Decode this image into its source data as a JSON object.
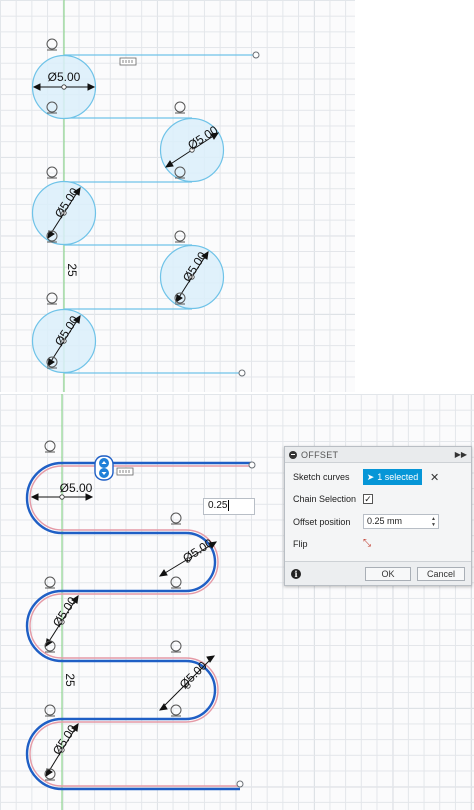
{
  "top_view": {
    "dimensions": {
      "d1": "Ø5.00",
      "d2": "Ø5.00",
      "d3": "Ø5.00",
      "d4": "Ø5.00",
      "d5": "Ø5.00",
      "spacing": "25"
    }
  },
  "bottom_view": {
    "dimensions": {
      "d1": "Ø5.00",
      "d2": "Ø5.00",
      "d3": "Ø5.00",
      "d4": "Ø5.00",
      "d5": "Ø5.00",
      "spacing": "25"
    },
    "offset_input_value": "0.25"
  },
  "offset_panel": {
    "title": "OFFSET",
    "sketch_curves_label": "Sketch curves",
    "selected_label": "1 selected",
    "chain_selection_label": "Chain Selection",
    "chain_selection_checked": "✓",
    "offset_position_label": "Offset position",
    "offset_position_value": "0.25 mm",
    "flip_label": "Flip",
    "ok_label": "OK",
    "cancel_label": "Cancel",
    "icons": {
      "collapse": "collapse-icon",
      "expand": "expand-icon",
      "cursor": "cursor-arrow-icon",
      "clear": "close-icon",
      "flip": "flip-icon",
      "info": "info-icon"
    }
  },
  "colors": {
    "sketch_line": "#6fc3e8",
    "circle_fill": "#dbeffa",
    "offset_curve": "#1f5fc5",
    "original_curve": "#e59aa6",
    "axis_green": "#7bd07b",
    "accent": "#0696d7"
  }
}
